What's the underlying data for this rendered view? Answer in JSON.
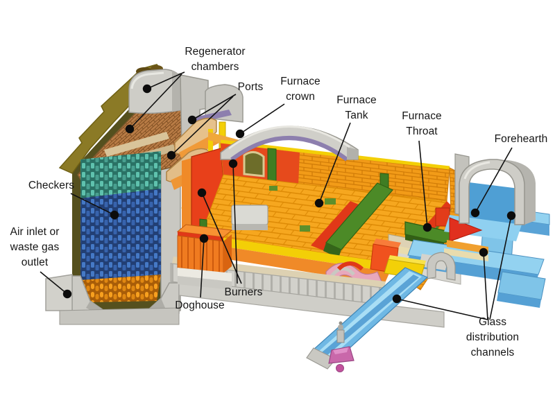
{
  "labels": {
    "regenerator_chambers": "Regenerator\nchambers",
    "ports": "Ports",
    "furnace_crown": "Furnace\ncrown",
    "furnace_tank": "Furnace\nTank",
    "furnace_throat": "Furnace\nThroat",
    "forehearth": "Forehearth",
    "checkers": "Checkers",
    "air_inlet": "Air inlet or\nwaste gas\noutlet",
    "doghouse": "Doghouse",
    "burners": "Burners",
    "glass_channels": "Glass distribution\nchannels"
  },
  "palette": {
    "background": "#ffffff",
    "label_text": "#151515",
    "callout_dot": "#0c0c0c",
    "furnace_floor_orange": "#f6a71f",
    "wall_brick_orange": "#f29b18",
    "cutaway_red": "#e8401a",
    "checker_teal": "#5fc2ae",
    "checker_blue": "#4579c6",
    "checker_orange": "#f7a01f",
    "channel_blue": "#7fc4e8",
    "refractory_grey": "#cecdc7",
    "crown_purple": "#8d7fae",
    "regenerator_brick_brown": "#b97c46",
    "crust_olive": "#8b7a26",
    "beam_yellow": "#f3cf07",
    "column_green": "#4c8a27",
    "feeder_pink": "#c968aa"
  }
}
